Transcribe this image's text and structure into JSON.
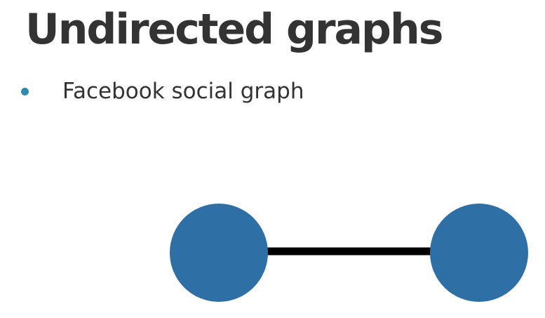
{
  "slide": {
    "title": "Undirected graphs",
    "bullets": [
      "Facebook social graph"
    ]
  },
  "colors": {
    "node_fill": "#2e6fa5",
    "edge": "#000000",
    "bullet": "#2f8ab3",
    "text": "#333333"
  },
  "graph": {
    "nodes": [
      {
        "id": "node-left"
      },
      {
        "id": "node-right"
      }
    ],
    "edges": [
      {
        "from": "node-left",
        "to": "node-right",
        "directed": false
      }
    ]
  }
}
